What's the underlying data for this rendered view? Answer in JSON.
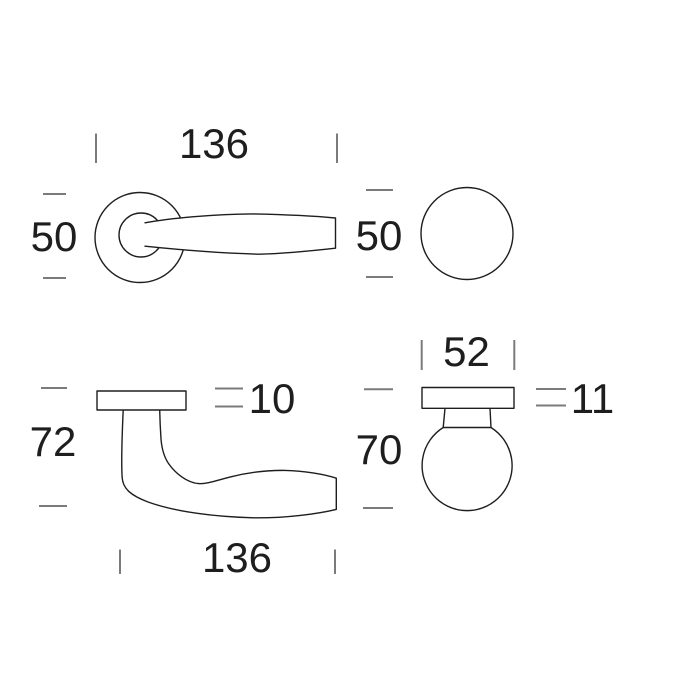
{
  "colors": {
    "background": "#ffffff",
    "outline": "#1e1e1e",
    "tick": "#7b7b7b",
    "label": "#1e1e1e"
  },
  "handle_front": {
    "width": "136",
    "height": "50"
  },
  "knob_front": {
    "diameter": "50"
  },
  "handle_side": {
    "height": "72",
    "rose_thickness": "10",
    "length": "136"
  },
  "knob_side": {
    "rose_diameter": "52",
    "rose_thickness": "11",
    "projection": "70"
  }
}
